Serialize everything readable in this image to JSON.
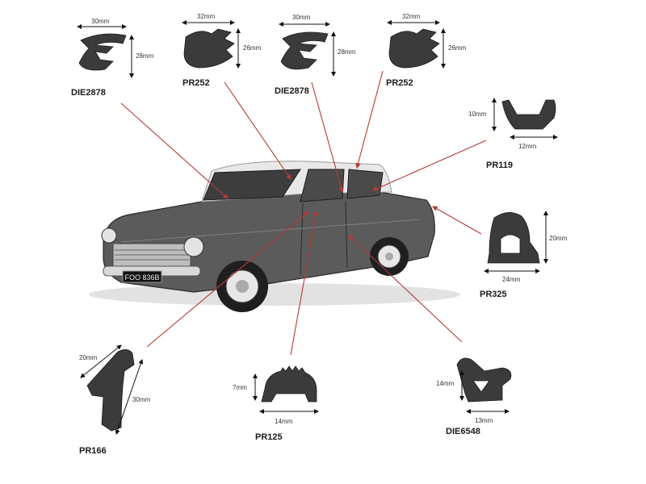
{
  "profiles": [
    {
      "code": "DIE2878",
      "width": "30mm",
      "height": "28mm"
    },
    {
      "code": "PR252",
      "width": "32mm",
      "height": "26mm"
    },
    {
      "code": "DIE2878",
      "width": "30mm",
      "height": "28mm"
    },
    {
      "code": "PR252",
      "width": "32mm",
      "height": "26mm"
    },
    {
      "code": "PR119",
      "height": "10mm",
      "width": "12mm"
    },
    {
      "code": "PR325",
      "height": "20mm",
      "width": "24mm"
    },
    {
      "code": "PR166",
      "width": "20mm",
      "height": "30mm"
    },
    {
      "code": "PR125",
      "height": "7mm",
      "width": "14mm"
    },
    {
      "code": "DIE6548",
      "height": "14mm",
      "width": "13mm"
    }
  ],
  "car": {
    "plate": "FOO 836B"
  },
  "colors": {
    "leader": "#b23a3a",
    "seal": "#3b3b3b",
    "car_body": "#5b5b5b",
    "roof": "#e8e8e8"
  }
}
